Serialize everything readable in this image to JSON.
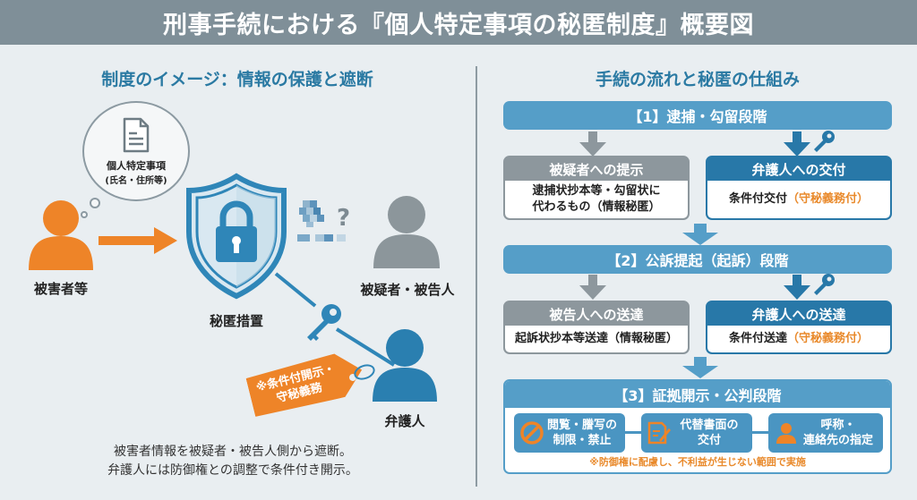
{
  "title": "刑事手続における『個人特定事項の秘匿制度』概要図",
  "left": {
    "section_title": "制度のイメージ：情報の保護と遮断",
    "bubble": {
      "line1": "個人特定事項",
      "line2": "(氏名・住所等)",
      "icon": "document-icon"
    },
    "victim_label": "被害者等",
    "shield_label": "秘匿措置",
    "suspect_label": "被疑者・被告人",
    "suspect_unknown": "?",
    "lawyer_label": "弁護人",
    "tag": {
      "line1": "※条件付開示・",
      "line2": "守秘義務"
    },
    "caption": {
      "line1": "被害者情報を被疑者・被告人側から遮断。",
      "line2": "弁護人には防御権との調整で条件付き開示。"
    },
    "colors": {
      "victim": "#ee8428",
      "shield": "#2f86b8",
      "suspect": "#8c969b",
      "lawyer": "#2a7fb0"
    }
  },
  "right": {
    "section_title": "手続の流れと秘匿の仕組み",
    "stage1": {
      "label": "【1】逮捕・勾留段階",
      "left_box": {
        "head": "被疑者への提示",
        "line1": "逮捕状抄本等・勾留状に",
        "line2": "代わるもの（情報秘匿）"
      },
      "right_box": {
        "head": "弁護人への交付",
        "main": "条件付交付",
        "note": "（守秘義務付）"
      }
    },
    "stage2": {
      "label": "【2】公訴提起（起訴）段階",
      "left_box": {
        "head": "被告人への送達",
        "line1": "起訴状抄本等送達（情報秘匿）"
      },
      "right_box": {
        "head": "弁護人への送達",
        "main": "条件付送達",
        "note": "（守秘義務付）"
      }
    },
    "stage3": {
      "label": "【3】証拠開示・公判段階",
      "items": [
        {
          "line1": "閲覧・謄写の",
          "line2": "制限・禁止",
          "icon": "prohibited-icon"
        },
        {
          "line1": "代替書面の",
          "line2": "交付",
          "icon": "document-edit-icon"
        },
        {
          "line1": "呼称・",
          "line2": "連絡先の指定",
          "icon": "person-icon"
        }
      ],
      "note": "※防御権に配慮し、不利益が生じない範囲で実施"
    },
    "colors": {
      "stage": "#559ec8",
      "gray_box": "#8d979d",
      "blue_box": "#2878a8",
      "accent": "#e98a2c"
    }
  }
}
